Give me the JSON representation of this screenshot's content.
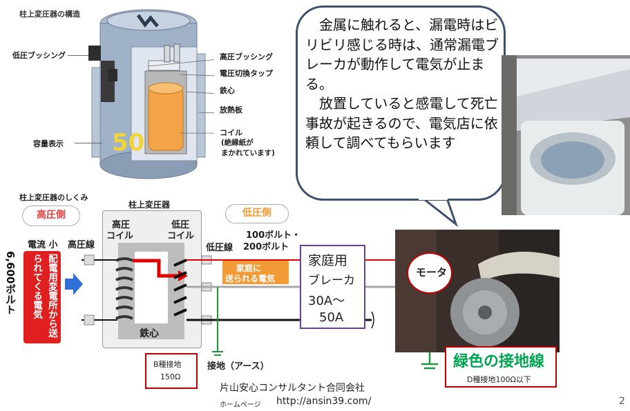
{
  "structure": {
    "title": "柱上変圧器の構造",
    "labels": {
      "low_bushing": "低圧ブッシング",
      "capacity": "容量表示",
      "high_bushing": "高圧ブッシング",
      "tap": "電圧切換タップ",
      "core": "鉄心",
      "radiator": "放熱板",
      "coil": "コイル",
      "coil_note1": "(絶縁紙が",
      "coil_note2": "まかれています)",
      "capacity_mark": "50"
    }
  },
  "bubble": {
    "paragraph1": "金属に触れると、漏電時はビリビリ感じる時は、通常漏電ブレーカが動作して電気が止まる。",
    "paragraph2": "放置していると感電して死亡事故が起きるので、電気店に依頼して調べてもらいます"
  },
  "mechanism": {
    "title": "柱上変圧器のしくみ",
    "transformer_title": "柱上変圧器",
    "high_side": "高圧側",
    "low_side": "低圧側",
    "high_coil_1": "高圧",
    "high_coil_2": "コイル",
    "low_coil_1": "低圧",
    "low_coil_2": "コイル",
    "current_small": "電流 小",
    "high_line": "高圧線",
    "low_line": "低圧線",
    "voltage_low_1": "100ボルト・",
    "voltage_low_2": "200ボルト",
    "voltage_high": "6,600ボルト",
    "source_label": "配電用変電所から送られてくる電気",
    "home_label_1": "家庭に",
    "home_label_2": "送られる電気",
    "iron_core": "鉄心",
    "ground": "接地（アース）",
    "b_ground_1": "B種接地",
    "b_ground_2": "150Ω"
  },
  "breaker": {
    "line1": "家庭用",
    "line2": "ブレーカ",
    "line3": "30A〜",
    "line4": "50A"
  },
  "motor": {
    "label": "モータ"
  },
  "green_ground": {
    "title": "緑色の接地線",
    "note": "D種接地100Ω以下"
  },
  "footer": {
    "company": "片山安心コンサルタント合同会社",
    "hp_label": "ホームページ",
    "url": "http://ansin39.com/"
  },
  "page_number": "2",
  "colors": {
    "red_wire": "#e00000",
    "green_wire": "#1a9a3a",
    "orange": "#f29a36",
    "bubble_border": "#3b4f6e",
    "breaker_border": "#6b3fa0",
    "green_text": "#00a651"
  }
}
